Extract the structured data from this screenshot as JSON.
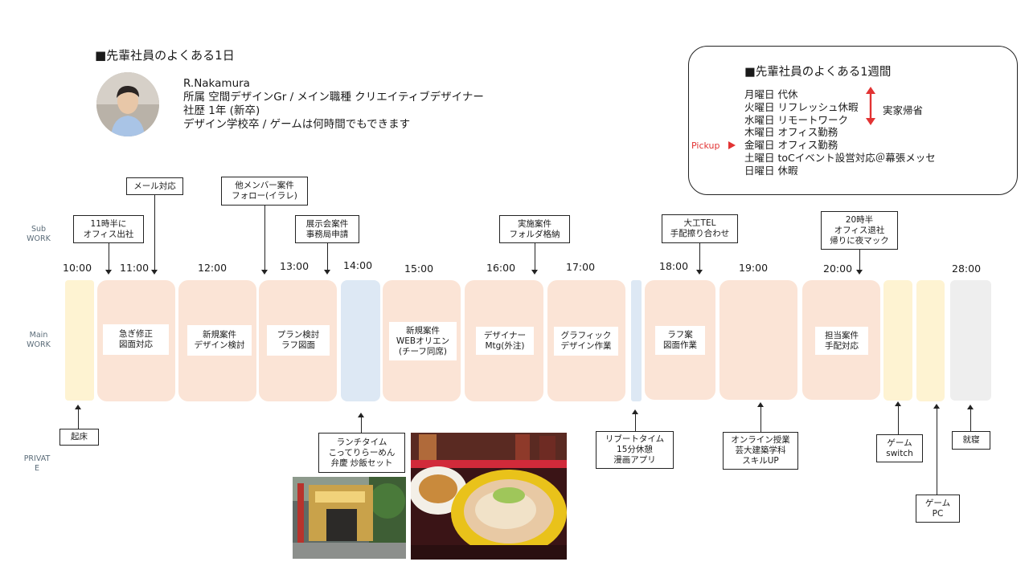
{
  "header": {
    "title": "■先輩社員のよくある1日"
  },
  "profile": {
    "name": "R.Nakamura",
    "line1": "所属 空間デザインGr / メイン職種 クリエイティブデザイナー",
    "line2": "社歴 1年 (新卒)",
    "line3": "デザイン学校卒 / ゲームは何時間でもできます"
  },
  "week": {
    "title": "■先輩社員のよくある1週間",
    "days": [
      "月曜日 代休",
      "火曜日 リフレッシュ休暇",
      "水曜日 リモートワーク",
      "木曜日 オフィス勤務",
      "金曜日 オフィス勤務",
      "土曜日 toCイベント設営対応＠幕張メッセ",
      "日曜日 休暇"
    ],
    "pickup": "Pickup",
    "side_note": "実家帰省"
  },
  "row_labels": {
    "sub": "Sub\nWORK",
    "main": "Main\nWORK",
    "private": "PRIVAT\nE"
  },
  "times": [
    "10:00",
    "11:00",
    "12:00",
    "13:00",
    "14:00",
    "15:00",
    "16:00",
    "17:00",
    "18:00",
    "19:00",
    "20:00",
    "28:00"
  ],
  "main_tasks": [
    "急ぎ修正\n図面対応",
    "新規案件\nデザイン検討",
    "プラン検討\nラフ図面",
    "新規案件\nWEBオリエン\n(チーフ同席)",
    "デザイナー\nMtg(外注)",
    "グラフィック\nデザイン作業",
    "ラフ案\n図面作業",
    "担当案件\n手配対応"
  ],
  "sub_tasks": [
    "11時半に\nオフィス出社",
    "メール対応",
    "他メンバー案件\nフォロー(イラレ)",
    "展示会案件\n事務局申請",
    "実施案件\nフォルダ格納",
    "大工TEL\n手配擦り合わせ",
    "20時半\nオフィス退社\n帰りに夜マック"
  ],
  "private_tasks": [
    "起床",
    "ランチタイム\nこってりらーめん\n弁慶 炒飯セット",
    "リブートタイム\n15分休憩\n漫画アプリ",
    "オンライン授業\n芸大建築学科\nスキルUP",
    "ゲーム\nswitch",
    "ゲーム\nPC",
    "就寝"
  ],
  "colors": {
    "work": "#fbe4d6",
    "lunch": "#dde8f4",
    "private": "#fef3d2",
    "sleep": "#eeeeee",
    "accent": "#e23333"
  }
}
